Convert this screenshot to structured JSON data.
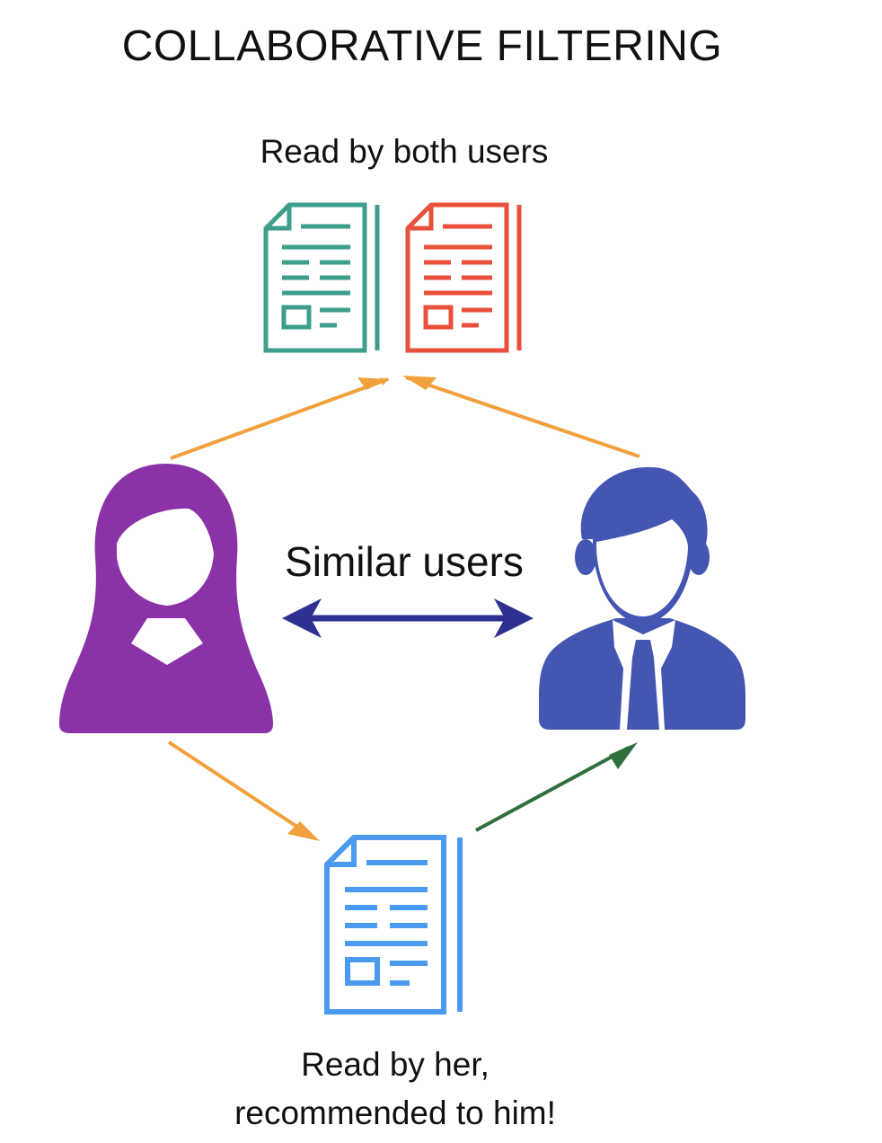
{
  "title": "COLLABORATIVE FILTERING",
  "shared_caption": "Read by both users",
  "similarity_label": "Similar users",
  "recommendation_caption": {
    "line1": "Read by her,",
    "line2": "recommended to him!"
  },
  "colors": {
    "woman": "#8B33A6",
    "man": "#4455B2",
    "doc_green": "#3E9E8C",
    "doc_red": "#E8503B",
    "doc_blue": "#4A9AF0",
    "arrow_orange": "#F0A03C",
    "arrow_navy": "#2E3092",
    "arrow_green": "#2F6F3E"
  },
  "icons": {
    "woman": "woman-user-icon",
    "man": "man-user-icon",
    "docs": [
      "document-icon-green",
      "document-icon-red",
      "document-icon-blue"
    ]
  }
}
